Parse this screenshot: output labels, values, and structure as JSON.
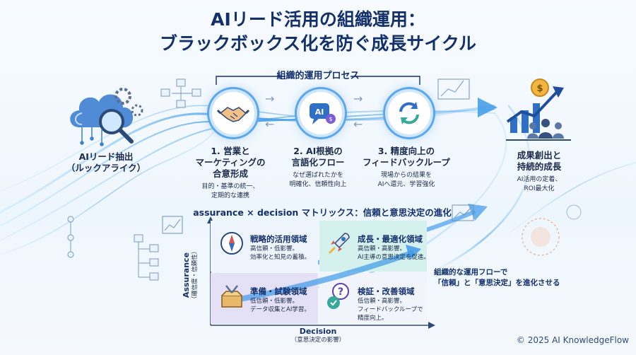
{
  "title_line1": "AIリード活用の組織運用：",
  "title_line2": "ブラックボックス化を防ぐ成長サイクル",
  "process_label": "組織的運用プロセス",
  "left_node": {
    "label_l1": "AIリード抽出",
    "label_l2": "（ルックアライク）"
  },
  "steps": [
    {
      "label_l1": "1. 営業と",
      "label_l2": "マーケティングの",
      "label_l3": "合意形成",
      "desc_l1": "目的・基準の統一、",
      "desc_l2": "定期的な連携",
      "icon": "handshake-icon"
    },
    {
      "label_l1": "2. AI根拠の",
      "label_l2": "言語化フロー",
      "desc_l1": "なぜ選ばれたかを",
      "desc_l2": "明確化、信頼性向上",
      "icon": "ai-chat-icon"
    },
    {
      "label_l1": "3. 精度向上の",
      "label_l2": "フィードバックループ",
      "desc_l1": "現場からの結果を",
      "desc_l2": "AIへ還元、学習強化",
      "icon": "refresh-icon"
    }
  ],
  "right_node": {
    "label_l1": "成果創出と",
    "label_l2": "持続的成長",
    "desc_l1": "AI活用の定着、",
    "desc_l2": "ROI最大化"
  },
  "matrix": {
    "title": "assurance × decision マトリックス：信頼と意思決定の進化",
    "y_label": "Assurance",
    "y_sub": "（確信度・信頼性）",
    "x_label": "Decision",
    "x_sub": "（意思決定の影響）",
    "quadrants": [
      {
        "title": "戦略的活用領域",
        "desc_l1": "高信頼・低影響。",
        "desc_l2": "効率化と知見の蓄積。",
        "desc_l3": ""
      },
      {
        "title": "成長・最適化領域",
        "desc_l1": "高信頼・高影響。",
        "desc_l2": "AI主導の意思決定を促進。",
        "desc_l3": ""
      },
      {
        "title": "準備・試験領域",
        "desc_l1": "低信頼・低影響。",
        "desc_l2": "データ収集とAI学習。",
        "desc_l3": ""
      },
      {
        "title": "検証・改善領域",
        "desc_l1": "低信頼・高影響。",
        "desc_l2": "フィードバックループで",
        "desc_l3": "精度向上。"
      }
    ]
  },
  "note_l1": "組織的な運用フローで",
  "note_l2": "「信頼」と「意思決定」を進化させる",
  "copyright": "© 2025 AI KnowledgeFlow",
  "colors": {
    "navy": "#13306b",
    "accent": "#2f8fe8",
    "glow": "#5aa7ee",
    "quad_blue": "#d6e8fb",
    "quad_teal": "#d4f1ee",
    "quad_purple": "#e4e0f6",
    "gold": "#f2b640"
  }
}
